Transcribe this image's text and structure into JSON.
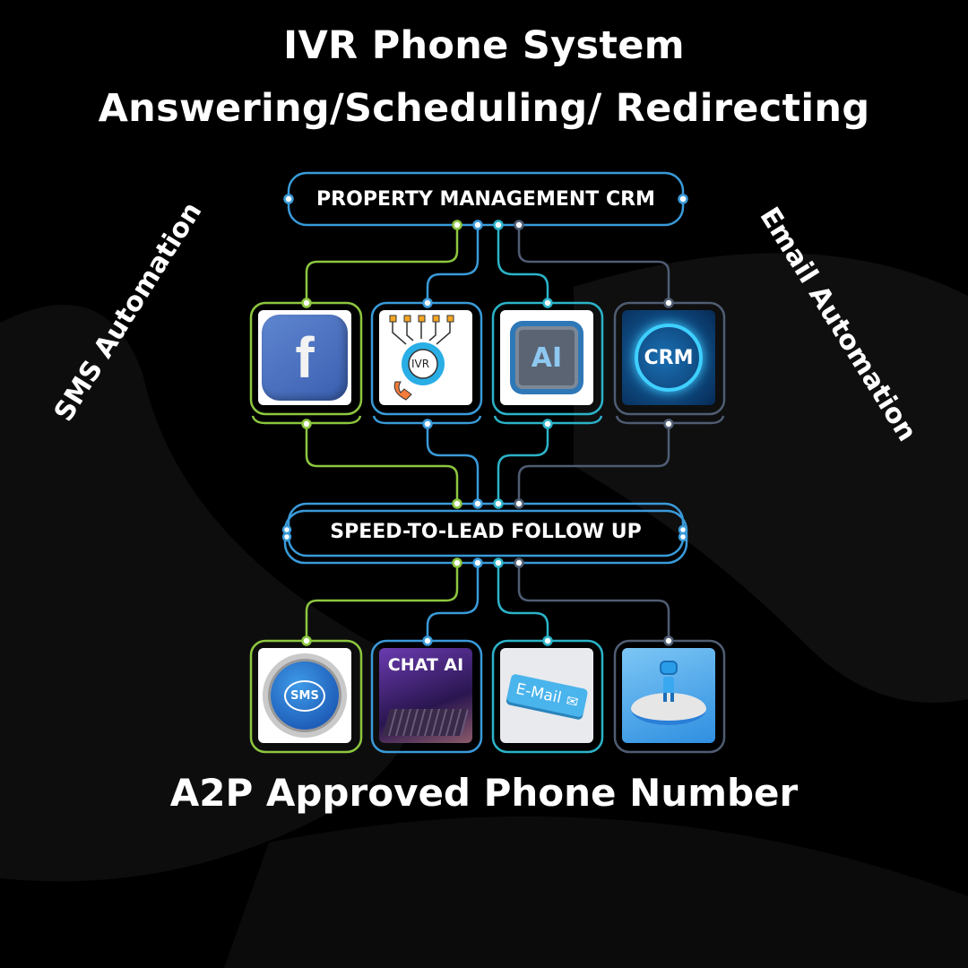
{
  "title": {
    "line1": "IVR Phone System",
    "line2": "Answering/Scheduling/ Redirecting"
  },
  "side_labels": {
    "left": "SMS Automation",
    "right": "Email Automation"
  },
  "hubs": {
    "top": "PROPERTY MANAGEMENT CRM",
    "middle": "SPEED-TO-LEAD FOLLOW UP"
  },
  "top_row": [
    {
      "name": "facebook",
      "glyph": "f"
    },
    {
      "name": "ivr",
      "glyph": "IVR"
    },
    {
      "name": "ai-chip",
      "glyph": "AI"
    },
    {
      "name": "crm",
      "glyph": "CRM"
    }
  ],
  "bottom_row": [
    {
      "name": "sms",
      "glyph": "SMS"
    },
    {
      "name": "chat-ai",
      "glyph": "CHAT AI"
    },
    {
      "name": "email",
      "glyph": "E-Mail"
    },
    {
      "name": "robot-assistant"
    }
  ],
  "footer": "A2P Approved Phone Number",
  "colors": {
    "green": "#8dc63f",
    "blue": "#3a9ad9",
    "teal": "#2bb3c8",
    "slate": "#4f5d73"
  }
}
